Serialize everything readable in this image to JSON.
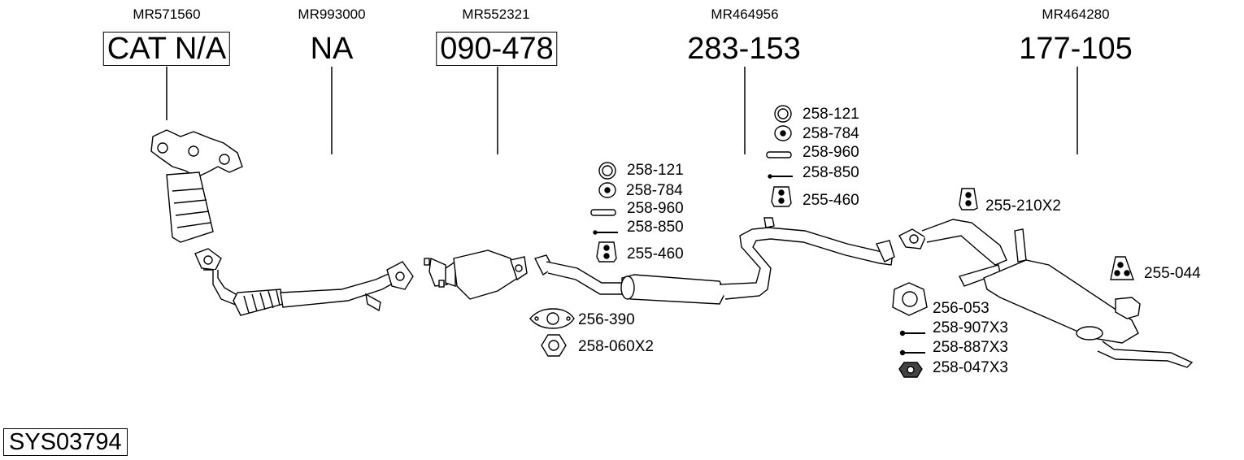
{
  "groups": [
    {
      "oem": "MR571560",
      "ref": "CAT N/A",
      "boxed": true
    },
    {
      "oem": "MR993000",
      "ref": "NA",
      "boxed": false
    },
    {
      "oem": "MR552321",
      "ref": "090-478",
      "boxed": true
    },
    {
      "oem": "MR464956",
      "ref": "283-153",
      "boxed": false
    },
    {
      "oem": "MR464280",
      "ref": "177-105",
      "boxed": false
    }
  ],
  "labels": {
    "p_258_121_a": "258-121",
    "p_258_784_a": "258-784",
    "p_258_960_a": "258-960",
    "p_258_850_a": "258-850",
    "p_255_460_a": "255-460",
    "p_258_121_b": "258-121",
    "p_258_784_b": "258-784",
    "p_258_960_b": "258-960",
    "p_258_850_b": "258-850",
    "p_255_460_b": "255-460",
    "p_256_390": "256-390",
    "p_258_060": "258-060X2",
    "p_255_210": "255-210X2",
    "p_255_044": "255-044",
    "p_256_053": "256-053",
    "p_258_907": "258-907X3",
    "p_258_887": "258-887X3",
    "p_258_047": "258-047X3"
  },
  "system_code": "SYS03794"
}
